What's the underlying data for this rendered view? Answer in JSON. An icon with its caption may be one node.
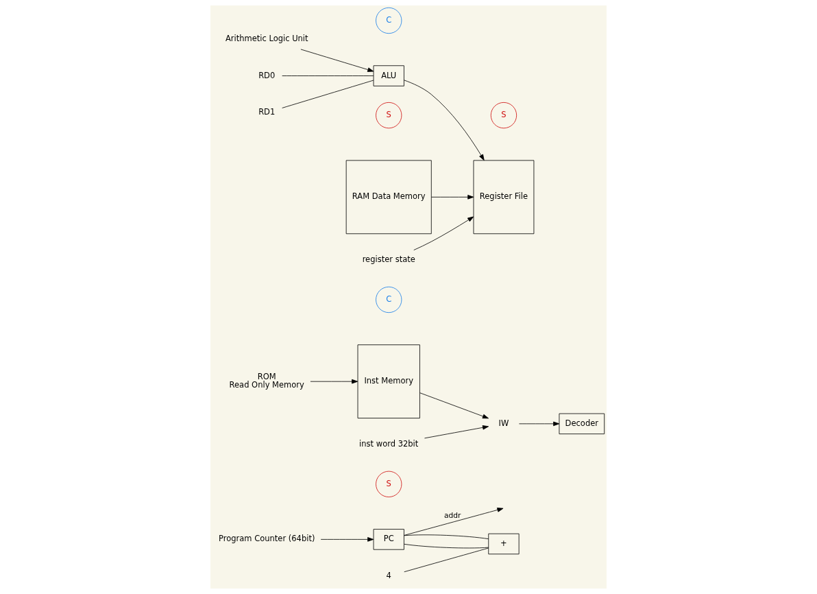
{
  "diagram": {
    "nodes": [
      {
        "text": [
          "S"
        ]
      },
      {
        "text": [
          "PC"
        ]
      },
      {
        "text": [
          "C"
        ]
      },
      {
        "text": [
          "Inst Memory"
        ]
      },
      {
        "text": [
          "Decoder"
        ]
      },
      {
        "text": [
          "IW"
        ]
      },
      {
        "text": [
          "S"
        ]
      },
      {
        "text": [
          "Register File"
        ]
      },
      {
        "text": [
          "C"
        ]
      },
      {
        "text": [
          "ALU"
        ]
      },
      {
        "text": [
          "S"
        ]
      },
      {
        "text": [
          "RAM Data Memory"
        ]
      },
      {
        "text": [
          "+"
        ]
      },
      {
        "text": [
          "Program Counter (64bit)"
        ]
      },
      {
        "text": [
          "ROM",
          "Read Only Memory"
        ]
      },
      {
        "text": [
          "inst word 32bit"
        ]
      },
      {
        "text": [
          "register state"
        ]
      },
      {
        "text": [
          "Arithmetic Logic Unit"
        ]
      },
      {
        "text": [
          "4"
        ]
      },
      {
        "text": [
          "RD0"
        ]
      },
      {
        "text": [
          "RD1"
        ]
      }
    ],
    "edges": [
      {
        "from": 1,
        "to": null,
        "arrow": "to",
        "label": "addr"
      },
      {
        "from": 3,
        "to": 5,
        "arrow": "to"
      },
      {
        "from": 5,
        "to": 4,
        "arrow": "to"
      },
      {
        "from": 13,
        "to": 1,
        "arrow": "to"
      },
      {
        "from": 14,
        "to": 3,
        "arrow": "to"
      },
      {
        "from": 15,
        "to": 5,
        "arrow": "to"
      },
      {
        "from": 16,
        "to": 7,
        "arrow": "to"
      },
      {
        "from": 17,
        "to": 9,
        "arrow": "to"
      },
      {
        "from": 18,
        "to": 12,
        "arrow": "none"
      },
      {
        "from": 1,
        "to": 12,
        "arrow": "none"
      },
      {
        "from": 12,
        "to": 1,
        "arrow": "none"
      },
      {
        "from": 9,
        "to": 7,
        "arrow": "to"
      },
      {
        "from": 11,
        "to": 7,
        "arrow": "to"
      },
      {
        "from": 19,
        "to": 9,
        "arrow": "none"
      },
      {
        "from": 20,
        "to": 9,
        "arrow": "none"
      }
    ]
  }
}
